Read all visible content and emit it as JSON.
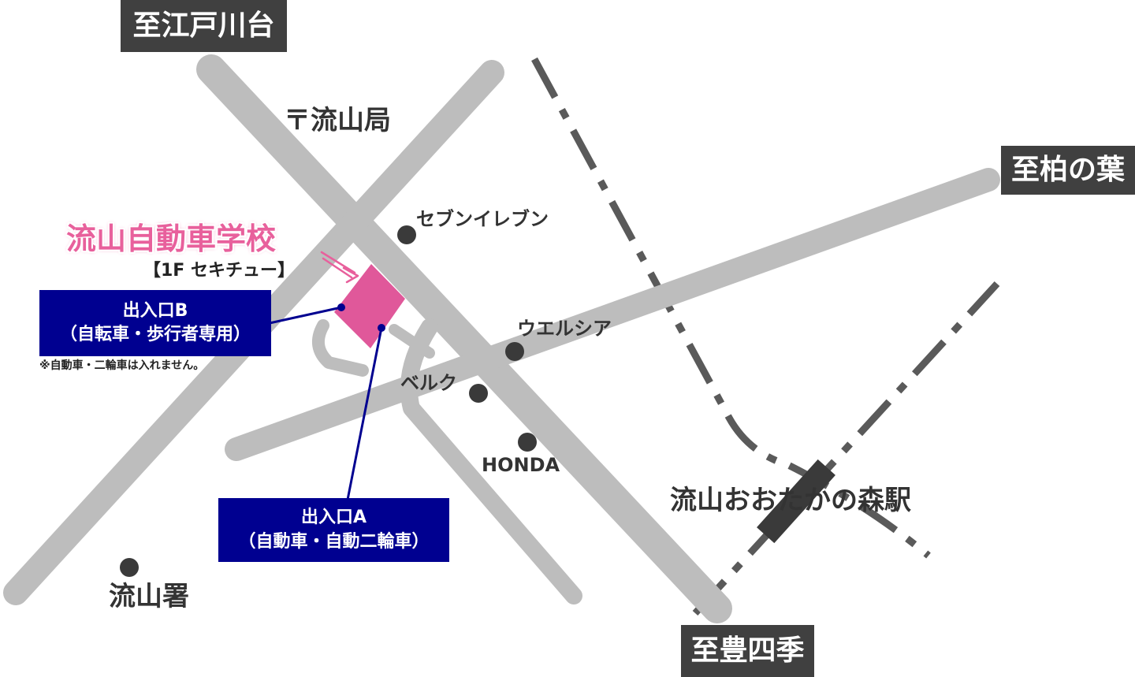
{
  "directions": {
    "edogawadai": "至江戸川台",
    "kashiwanoha": "至柏の葉",
    "toyoshiki": "至豊四季"
  },
  "school": {
    "name": "流山自動車学校",
    "sub": "【1F セキチュー】"
  },
  "entrance_b": {
    "title": "出入口B",
    "sub": "（自転車・歩行者専用）"
  },
  "entrance_a": {
    "title": "出入口A",
    "sub": "（自動車・自動二輪車）"
  },
  "note": "※自動車・二輪車は入れません。",
  "landmarks": {
    "post_office": "〒流山局",
    "seven_eleven": "セブンイレブン",
    "welcia": "ウエルシア",
    "belc": "ベルク",
    "honda": "HONDA",
    "police": "流山署",
    "station": "流山おおたかの森駅"
  },
  "colors": {
    "road": "#bdbdbd",
    "rail": "#5a5a5a",
    "school_block": "#e0589a",
    "school_text": "#e8609c",
    "entrance_box": "#000090",
    "direction_box": "#404040",
    "landmark_dot": "#3a3a3a"
  }
}
